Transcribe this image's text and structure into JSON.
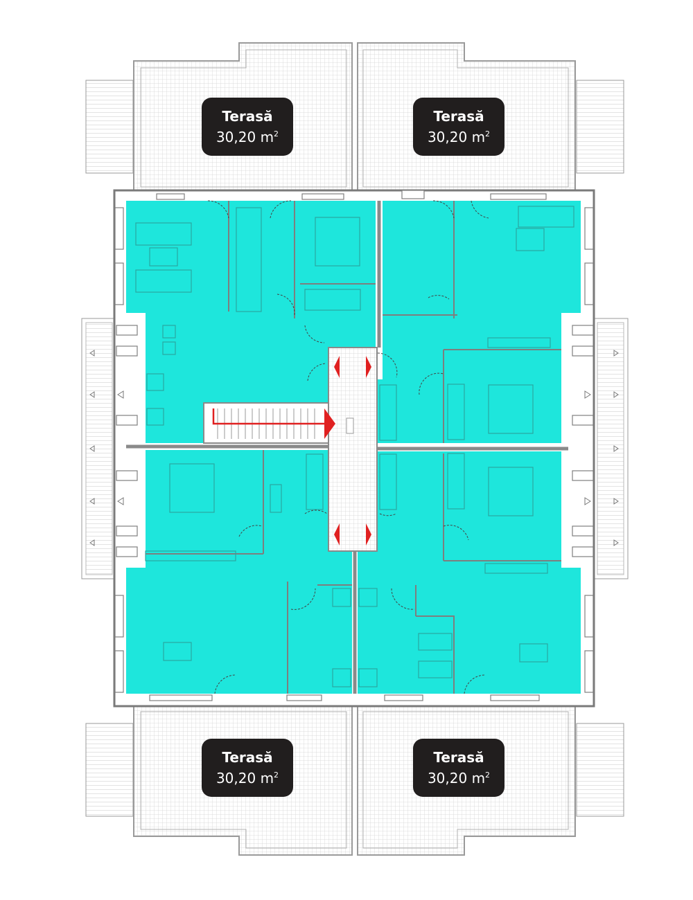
{
  "colors": {
    "apartment_fill": "#1ee6dc",
    "wall": "#8a8a8a",
    "furniture": "#2aa6a0",
    "terrace_grid": "#d2d2d2",
    "arrow": "#e02020",
    "label_bg": "#211e1e",
    "label_text": "#ffffff"
  },
  "terraces": [
    {
      "id": "top-left",
      "title": "Terasă",
      "area_value": "30,20",
      "area_unit": "m",
      "area_exp": "2"
    },
    {
      "id": "top-right",
      "title": "Terasă",
      "area_value": "30,20",
      "area_unit": "m",
      "area_exp": "2"
    },
    {
      "id": "bottom-left",
      "title": "Terasă",
      "area_value": "30,20",
      "area_unit": "m",
      "area_exp": "2"
    },
    {
      "id": "bottom-right",
      "title": "Terasă",
      "area_value": "30,20",
      "area_unit": "m",
      "area_exp": "2"
    }
  ],
  "icons": [
    "stair-arrow-icon",
    "door-arrow-icon",
    "balcony-arrow-icon"
  ]
}
